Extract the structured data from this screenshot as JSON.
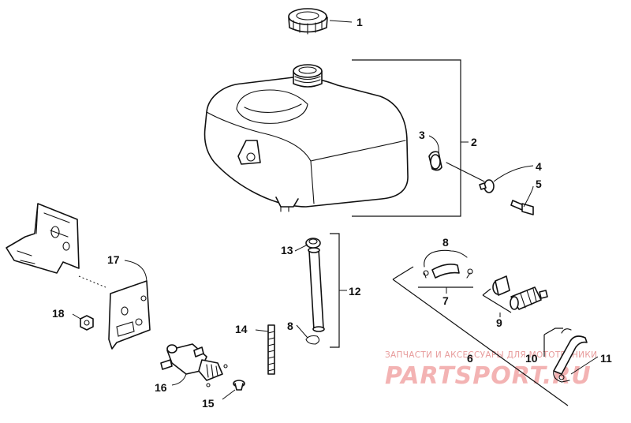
{
  "callouts": {
    "c1": "1",
    "c2": "2",
    "c3": "3",
    "c4": "4",
    "c5": "5",
    "c6": "6",
    "c7": "7",
    "c8a": "8",
    "c8b": "8",
    "c9": "9",
    "c10": "10",
    "c11": "11",
    "c12": "12",
    "c13": "13",
    "c14": "14",
    "c15": "15",
    "c16": "16",
    "c17": "17",
    "c18": "18"
  },
  "watermark": {
    "line1": "ЗАПЧАСТИ И АКСЕССУАРЫ ДЛЯ МОТОТЕХНИКИ",
    "line2": "PARTSPORT.RU"
  },
  "colors": {
    "line": "#111111",
    "watermark": "#f3b3b3"
  }
}
